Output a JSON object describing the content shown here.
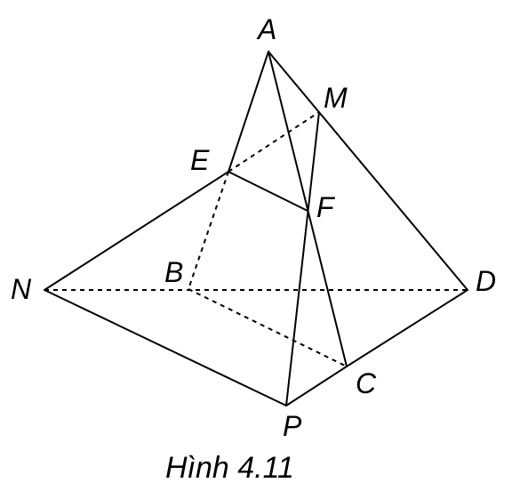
{
  "caption": "Hình 4.11",
  "points": {
    "A": "A",
    "M": "M",
    "E": "E",
    "F": "F",
    "N": "N",
    "B": "B",
    "D": "D",
    "C": "C",
    "P": "P"
  }
}
